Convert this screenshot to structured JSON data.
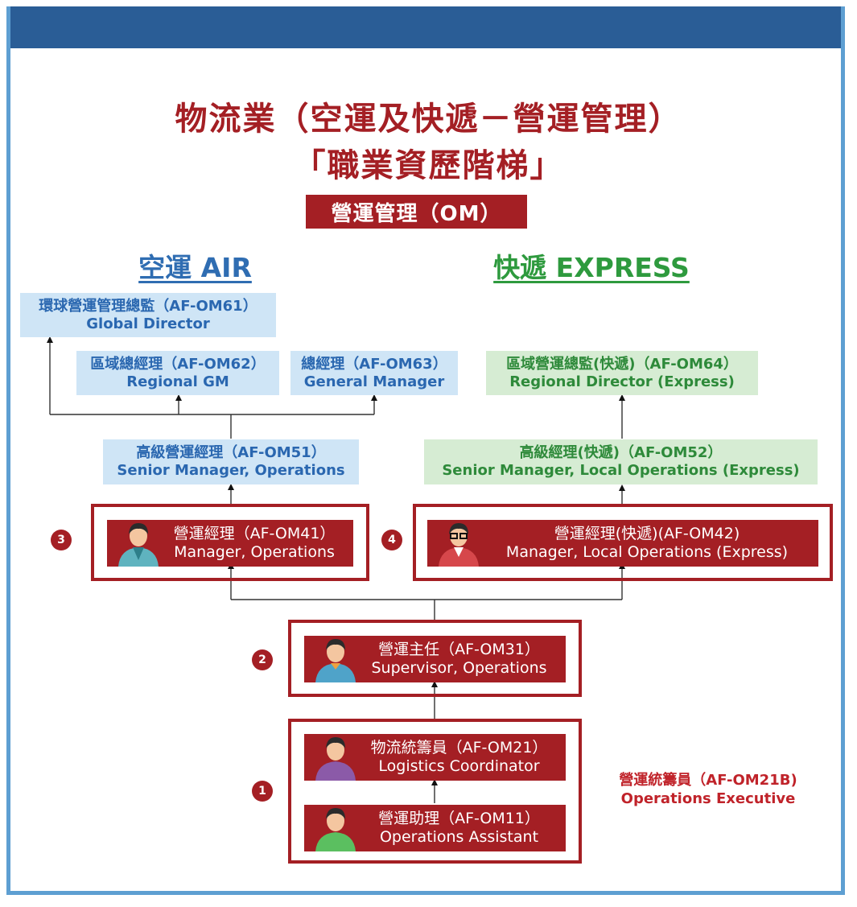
{
  "title_line1": "物流業（空運及快遞－營運管理）",
  "title_line2": "「職業資歷階梯」",
  "om_badge": "營運管理（OM）",
  "tracks": {
    "air": "空運 AIR",
    "express": "快遞 EXPRESS"
  },
  "nodes": {
    "om61": {
      "zh": "環球營運管理總監（AF-OM61）",
      "en": "Global Director"
    },
    "om62": {
      "zh": "區域總經理（AF-OM62）",
      "en": "Regional GM"
    },
    "om63": {
      "zh": "總經理（AF-OM63）",
      "en": "General Manager"
    },
    "om64": {
      "zh": "區域營運總監(快遞)（AF-OM64）",
      "en": "Regional Director (Express)"
    },
    "om51": {
      "zh": "高級營運經理（AF-OM51）",
      "en": "Senior Manager, Operations"
    },
    "om52": {
      "zh": "高級經理(快遞)（AF-OM52）",
      "en": "Senior Manager, Local Operations (Express)"
    },
    "om41": {
      "zh": "營運經理（AF-OM41）",
      "en": "Manager, Operations"
    },
    "om42": {
      "zh": "營運經理(快遞)(AF-OM42)",
      "en": "Manager, Local Operations (Express)"
    },
    "om31": {
      "zh": "營運主任（AF-OM31）",
      "en": "Supervisor, Operations"
    },
    "om21": {
      "zh": "物流統籌員（AF-OM21）",
      "en": "Logistics Coordinator"
    },
    "om11": {
      "zh": "營運助理（AF-OM11）",
      "en": "Operations Assistant"
    }
  },
  "om21b": {
    "zh": "營運統籌員（AF-OM21B)",
    "en": "Operations Executive"
  },
  "levels": {
    "l1": "1",
    "l2": "2",
    "l3": "3",
    "l4": "4"
  },
  "colors": {
    "red": "#a41f24",
    "blue_text": "#2a67b0",
    "green_text": "#2e8a3a",
    "header": "#2a5d96"
  }
}
